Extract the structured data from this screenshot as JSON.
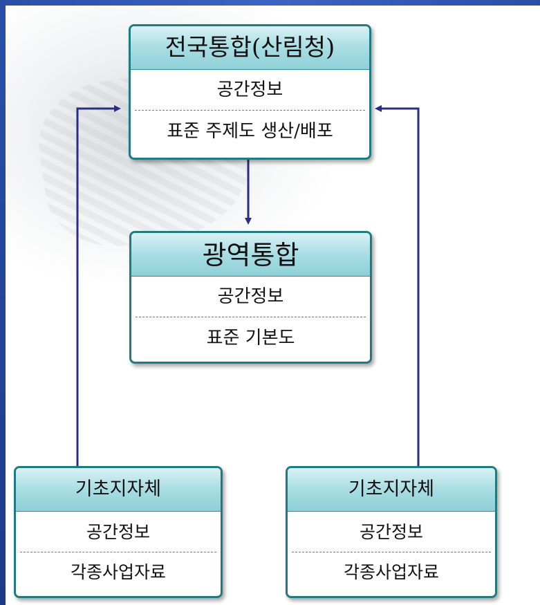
{
  "national": {
    "title": "전국통합(산림청)",
    "line1": "공간정보",
    "line2": "표준 주제도 생산/배포"
  },
  "regional": {
    "title": "광역통합",
    "line1": "공간정보",
    "line2": "표준 기본도"
  },
  "local_left": {
    "title": "기초지자체",
    "line1": "공간정보",
    "line2": "각종사업자료"
  },
  "local_right": {
    "title": "기초지자체",
    "line1": "공간정보",
    "line2": "각종사업자료"
  },
  "colors": {
    "frame": "#2a4fa8",
    "box_border": "#1f7b80",
    "header_fill": "#a8dde3",
    "arrow": "#2b2b8a"
  }
}
